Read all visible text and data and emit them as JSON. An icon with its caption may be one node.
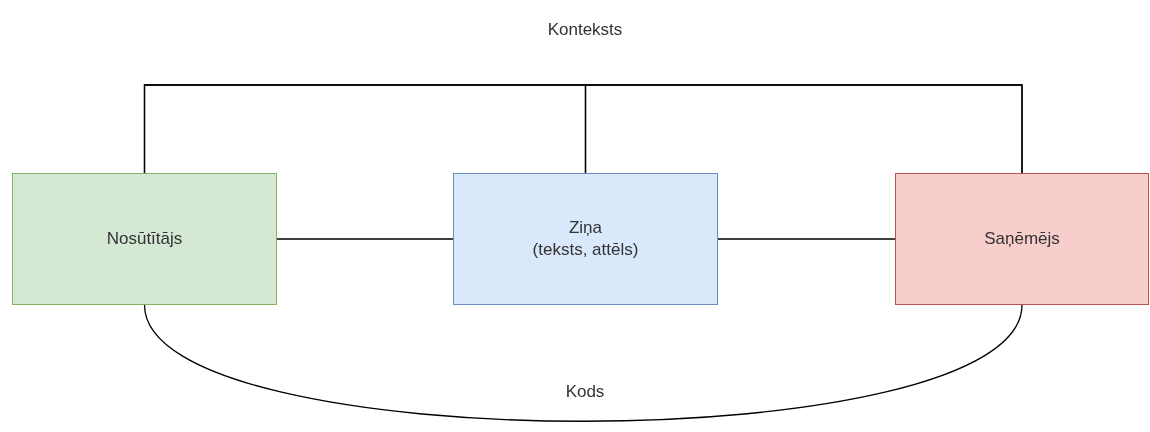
{
  "diagram": {
    "nodes": [
      {
        "text": [
          "Nosūtītājs"
        ]
      },
      {
        "text": [
          "Ziņa",
          "(teksts, attēls)"
        ]
      },
      {
        "text": [
          "Saņēmējs"
        ]
      }
    ],
    "edges": [
      {
        "from": 0,
        "to": 1,
        "arrow": "none"
      },
      {
        "from": 1,
        "to": 2,
        "arrow": "none"
      },
      {
        "from": 0,
        "to": 2,
        "arrow": "none"
      },
      {
        "from": 1,
        "to": 0,
        "arrow": "none"
      },
      {
        "from": 1,
        "to": 2,
        "arrow": "none"
      },
      {
        "from": 0,
        "to": 2,
        "arrow": "none"
      }
    ],
    "labels": [
      "Konteksts",
      "Kods"
    ]
  }
}
